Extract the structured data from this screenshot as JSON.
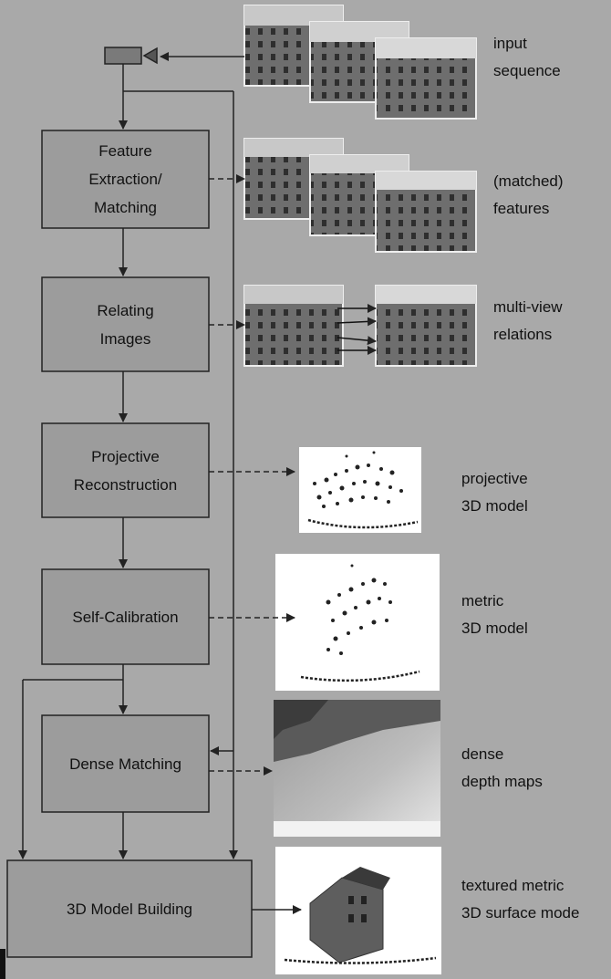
{
  "steps": {
    "feature": [
      "Feature",
      "Extraction/",
      "Matching"
    ],
    "relating": [
      "Relating",
      "Images"
    ],
    "projective": [
      "Projective",
      "Reconstruction"
    ],
    "selfcal": [
      "Self-Calibration"
    ],
    "dense": [
      "Dense Matching"
    ],
    "model": [
      "3D Model Building"
    ]
  },
  "outputs": {
    "input": [
      "input",
      "sequence"
    ],
    "features": [
      "(matched)",
      "features"
    ],
    "relations": [
      "multi-view",
      "relations"
    ],
    "projective": [
      "projective",
      "3D model"
    ],
    "metric": [
      "metric",
      "3D model"
    ],
    "depth": [
      "dense",
      "depth maps"
    ],
    "textured": [
      "textured metric",
      "3D surface mode"
    ]
  }
}
